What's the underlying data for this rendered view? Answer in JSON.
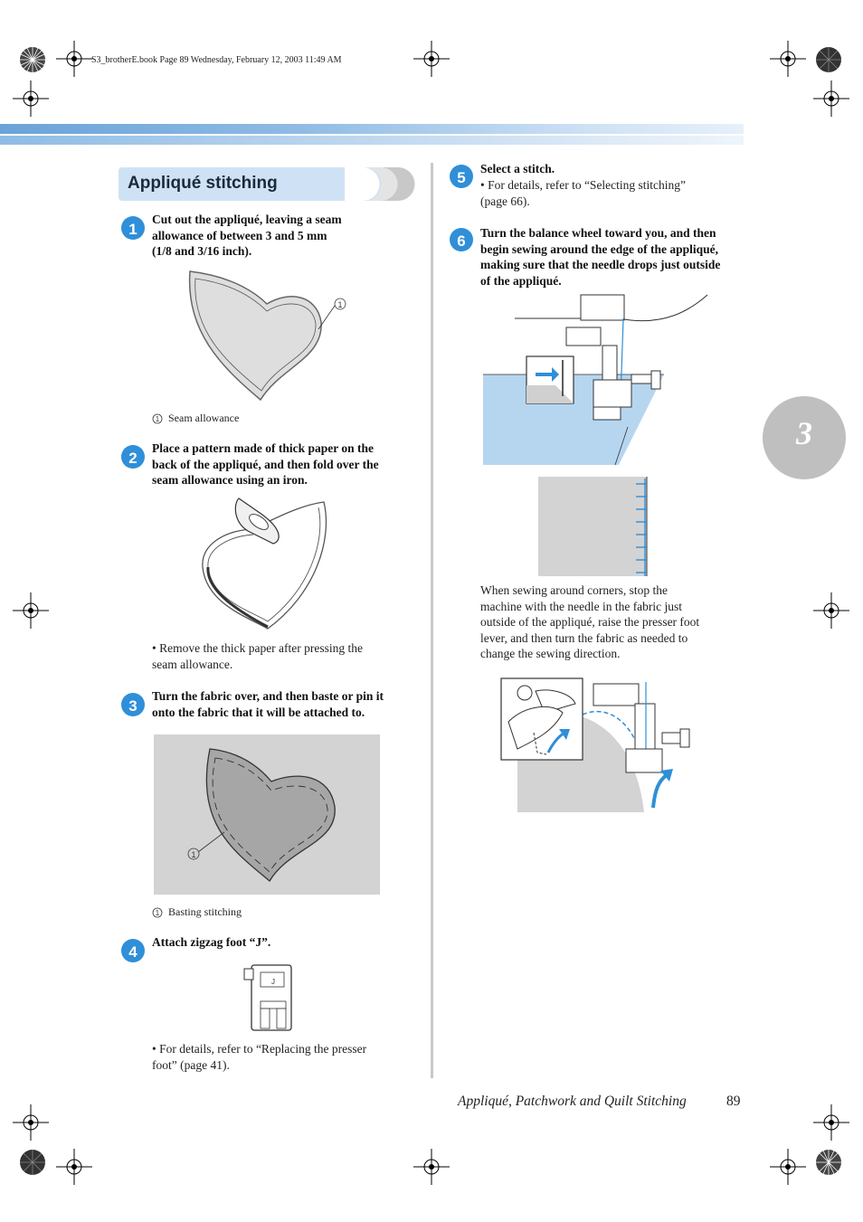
{
  "header": {
    "file_line": "S3_brotherE.book  Page 89  Wednesday, February 12, 2003  11:49 AM"
  },
  "section": {
    "title": "Appliqué stitching"
  },
  "chapter": {
    "number": "3"
  },
  "left_column": {
    "step1": {
      "line1": "Cut out the appliqué, leaving a seam",
      "line2": "allowance of between 3 and 5 mm",
      "line3": "(1/8 and 3/16 inch).",
      "callout_marker": "1",
      "caption_marker": "1",
      "caption": "Seam allowance"
    },
    "step2": {
      "line1": "Place a pattern made of thick paper on the",
      "line2": "back of the appliqué, and then fold over the",
      "line3": "seam allowance using an iron.",
      "bullet_line1": "• Remove the thick paper after pressing the",
      "bullet_line2": "seam allowance."
    },
    "step3": {
      "line1": "Turn the fabric over, and then baste or pin it",
      "line2": "onto the fabric that it will be attached to.",
      "callout_marker": "1",
      "caption_marker": "1",
      "caption": "Basting stitching"
    },
    "step4": {
      "line1": "Attach zigzag foot “J”.",
      "foot_letter": "J",
      "bullet_line1": "• For details, refer to “Replacing the presser",
      "bullet_line2": "foot” (page 41)."
    }
  },
  "right_column": {
    "step5": {
      "line1": "Select a stitch.",
      "bullet_line1": "• For details, refer to “Selecting stitching”",
      "bullet_line2": "(page 66)."
    },
    "step6": {
      "line1": "Turn the balance wheel toward you, and then",
      "line2": "begin sewing around the edge of the appliqué,",
      "line3": "making sure that the needle drops just outside",
      "line4": "of the appliqué."
    },
    "corners_note": {
      "line1": "When sewing around corners, stop the",
      "line2": "machine with the needle in the fabric just",
      "line3": "outside of the appliqué, raise the presser foot",
      "line4": "lever, and then turn the fabric as needed to",
      "line5": "change the sewing direction."
    }
  },
  "footer": {
    "title": "Appliqué, Patchwork and Quilt Stitching",
    "page": "89"
  },
  "colors": {
    "accent": "#2f8fd8",
    "band": "#8fbbe4",
    "fabric_blue": "#b6d6f0",
    "gray": "#d0d0d0"
  }
}
